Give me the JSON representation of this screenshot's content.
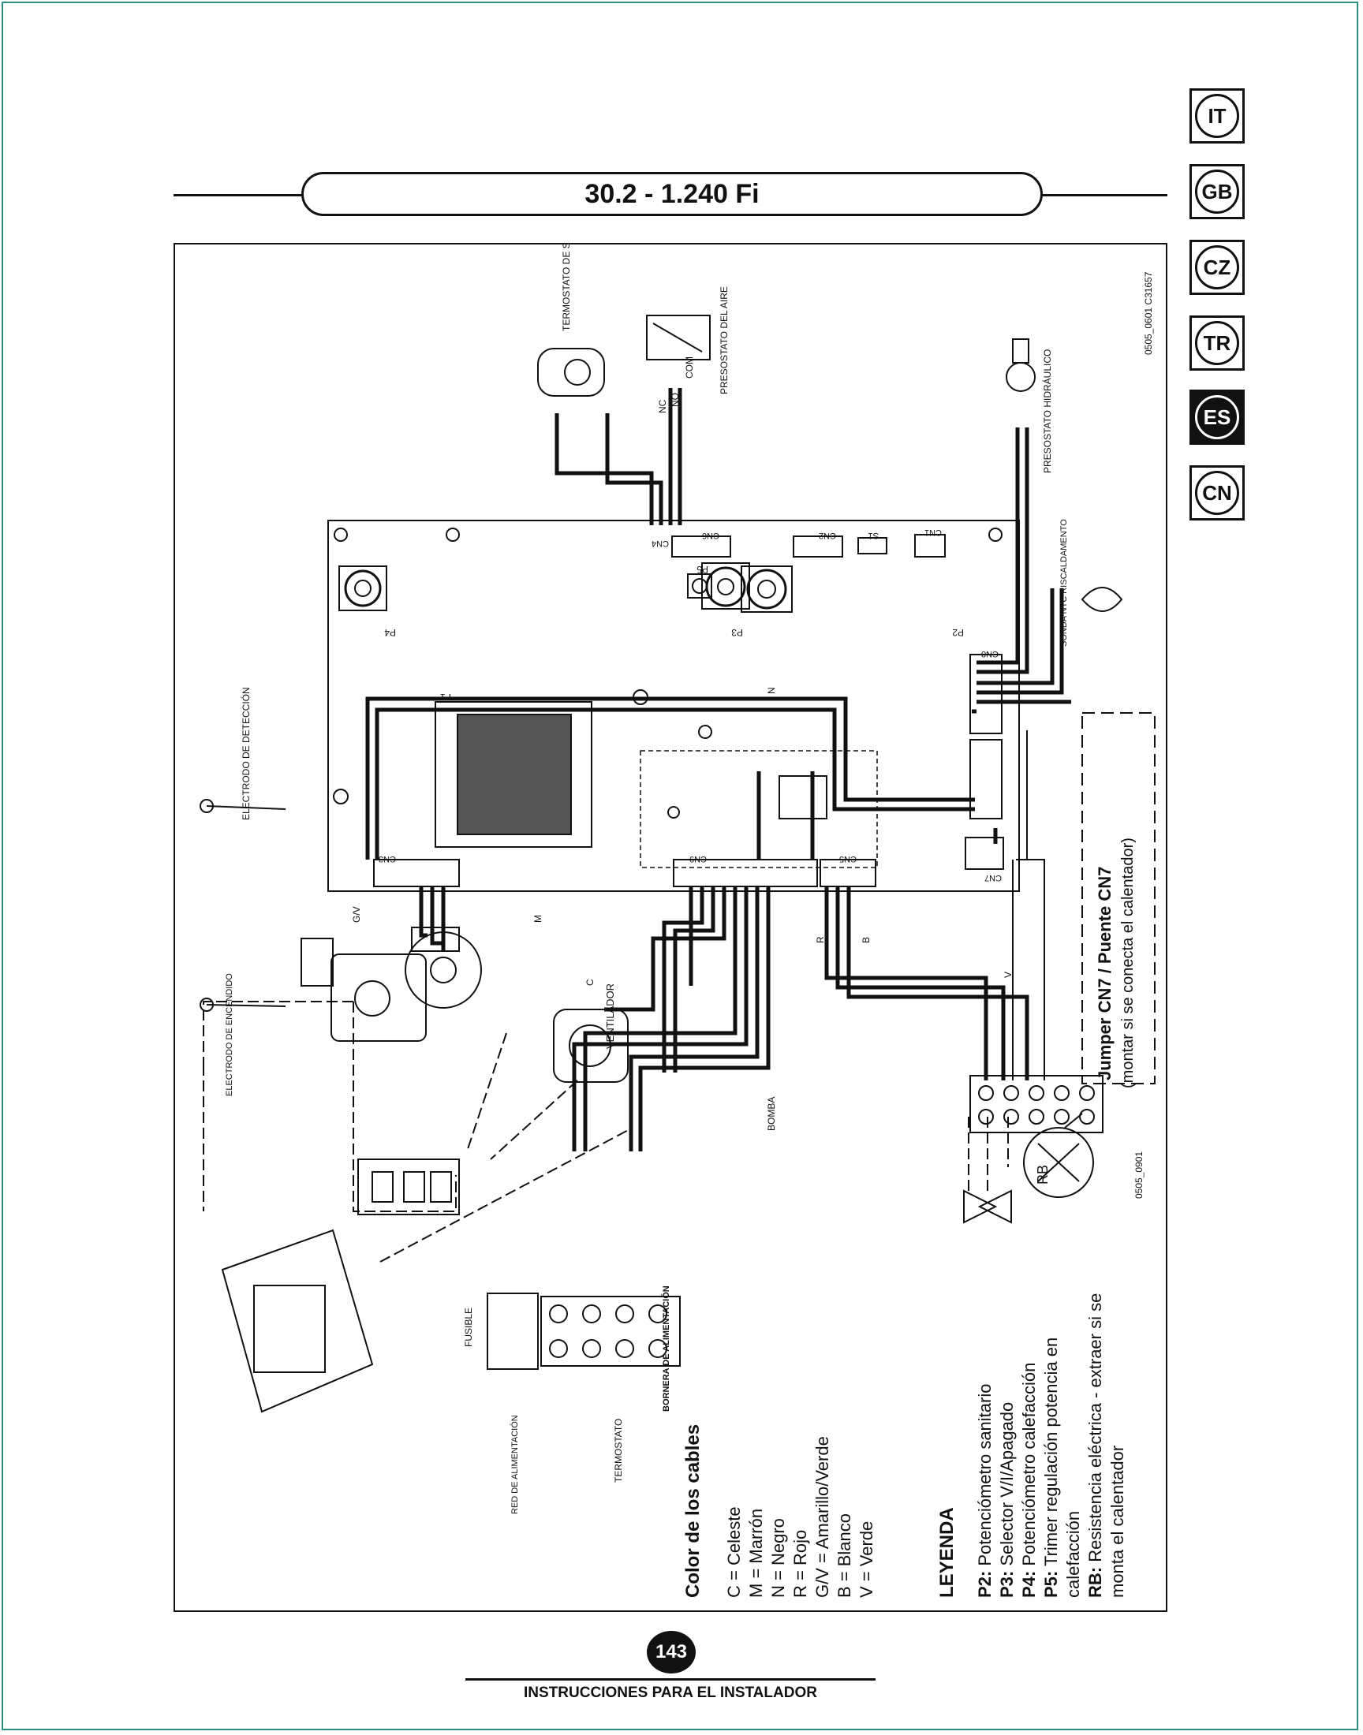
{
  "header": {
    "title": "30.2  -  1.240 Fi"
  },
  "languages": [
    {
      "code": "IT",
      "active": false
    },
    {
      "code": "GB",
      "active": false
    },
    {
      "code": "CZ",
      "active": false
    },
    {
      "code": "TR",
      "active": false
    },
    {
      "code": "ES",
      "active": true
    },
    {
      "code": "CN",
      "active": false
    }
  ],
  "diagram": {
    "codes": {
      "top": "0505_0601 C31657",
      "bottom": "0505_0901"
    },
    "components": {
      "termostato_seguridad": "TERMOSTATO DE SEGURIDAD",
      "presostato_aire": "PRESOSTATO DEL AIRE",
      "presostato_hidraulico": "PRESOSTATO HIDRÁULICO",
      "sonda_ntc": "SONDA NTC RISCALDAMENTO",
      "electrodo_deteccion": "ELECTRODO DE DETECCIÓN",
      "electrodo_encendido": "ELECTRODO DE ENCENDIDO",
      "ventilador": "VENTILADOR",
      "bomba": "BOMBA",
      "fusible": "FUSIBLE",
      "red_alimentacion": "RED DE ALIMENTACIÓN",
      "termostato": "TERMOSTATO",
      "bornera": "BORNERA DE ALIMENTACIÓN",
      "rb": "RB"
    },
    "pcb": {
      "cn1": "CN1",
      "cn2": "CN2",
      "cn3": "CN3",
      "cn4": "CN4",
      "cn5": "CN5",
      "cn6": "CN6",
      "cn7": "CN7",
      "cn8": "CN8",
      "cn9": "CN9",
      "p2": "P2",
      "p3": "P3",
      "p4": "P4",
      "p5": "P5",
      "s1": "S1",
      "f1": "F1"
    },
    "wire_labels": {
      "nc": "NC",
      "no": "NO",
      "com": "COM",
      "b": "B",
      "c": "C",
      "m": "M",
      "n": "N",
      "r": "R",
      "gv": "G/V",
      "v": "V"
    },
    "jumper": {
      "title": "Jumper CN7 / Puente CN7",
      "note": "(montar si se conecta el calentador)"
    },
    "cable_colors": {
      "title": "Color de los cables",
      "items": [
        "C = Celeste",
        "M = Marrón",
        "N = Negro",
        "R = Rojo",
        "G/V = Amarillo/Verde",
        "B = Blanco",
        "V = Verde"
      ]
    },
    "legend": {
      "title": "LEYENDA",
      "items": [
        {
          "key": "P2:",
          "text": " Potenciómetro sanitario"
        },
        {
          "key": "P3:",
          "text": " Selector V/I/Apagado"
        },
        {
          "key": "P4:",
          "text": " Potenciómetro calefacción"
        },
        {
          "key": "P5:",
          "text": " Trimer regulación potencia en"
        },
        {
          "key": "",
          "text": "calefacción"
        },
        {
          "key": "RB:",
          "text": " Resistencia eléctrica - extraer si se"
        },
        {
          "key": "",
          "text": "monta el calentador"
        }
      ]
    }
  },
  "footer": {
    "page": "143",
    "text": "INSTRUCCIONES PARA EL INSTALADOR"
  }
}
